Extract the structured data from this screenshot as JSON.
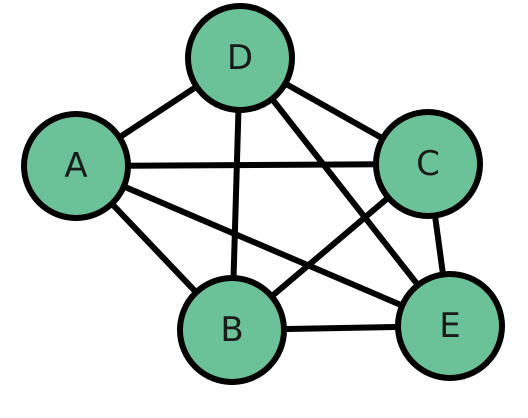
{
  "graph": {
    "node_fill": "#6cc298",
    "stroke_color": "#000000",
    "nodes": [
      {
        "id": "A",
        "label": "A"
      },
      {
        "id": "B",
        "label": "B"
      },
      {
        "id": "C",
        "label": "C"
      },
      {
        "id": "D",
        "label": "D"
      },
      {
        "id": "E",
        "label": "E"
      }
    ],
    "edges": [
      [
        "A",
        "D"
      ],
      [
        "A",
        "C"
      ],
      [
        "A",
        "B"
      ],
      [
        "A",
        "E"
      ],
      [
        "D",
        "C"
      ],
      [
        "D",
        "B"
      ],
      [
        "D",
        "E"
      ],
      [
        "C",
        "B"
      ],
      [
        "C",
        "E"
      ],
      [
        "B",
        "E"
      ]
    ]
  }
}
